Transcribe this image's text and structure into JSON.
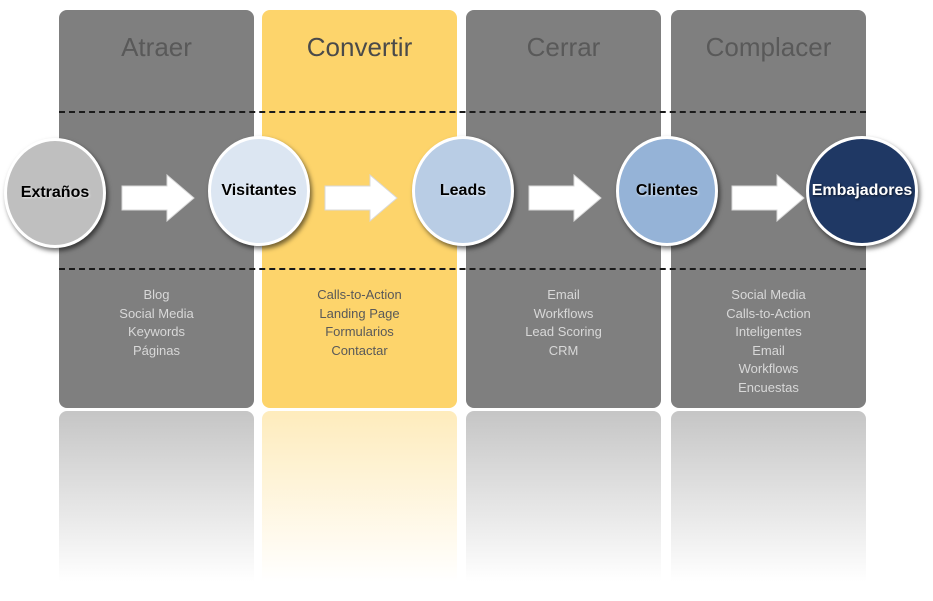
{
  "columns": [
    {
      "title": "Atraer",
      "items": [
        "Blog",
        "Social Media",
        "Keywords",
        "Páginas"
      ]
    },
    {
      "title": "Convertir",
      "items": [
        "Calls-to-Action",
        "Landing Page",
        "Formularios",
        "Contactar"
      ]
    },
    {
      "title": "Cerrar",
      "items": [
        "Email",
        "Workflows",
        "Lead Scoring",
        "CRM"
      ]
    },
    {
      "title": "Complacer",
      "items": [
        "Social Media",
        "Calls-to-Action",
        "Inteligentes",
        "Email",
        "Workflows",
        "Encuestas"
      ]
    }
  ],
  "stages": [
    {
      "label": "Extraños",
      "fill": "#bfbfbf",
      "text_color": "#000000"
    },
    {
      "label": "Visitantes",
      "fill": "#dce6f2",
      "text_color": "#000000"
    },
    {
      "label": "Leads",
      "fill": "#b9cde5",
      "text_color": "#000000"
    },
    {
      "label": "Clientes",
      "fill": "#95b3d7",
      "text_color": "#000000"
    },
    {
      "label": "Embajadores",
      "fill": "#1f3864",
      "text_color": "#ffffff"
    }
  ],
  "colors": {
    "column_gray": "#7f7f7f",
    "column_highlight": "#fdd46b"
  }
}
